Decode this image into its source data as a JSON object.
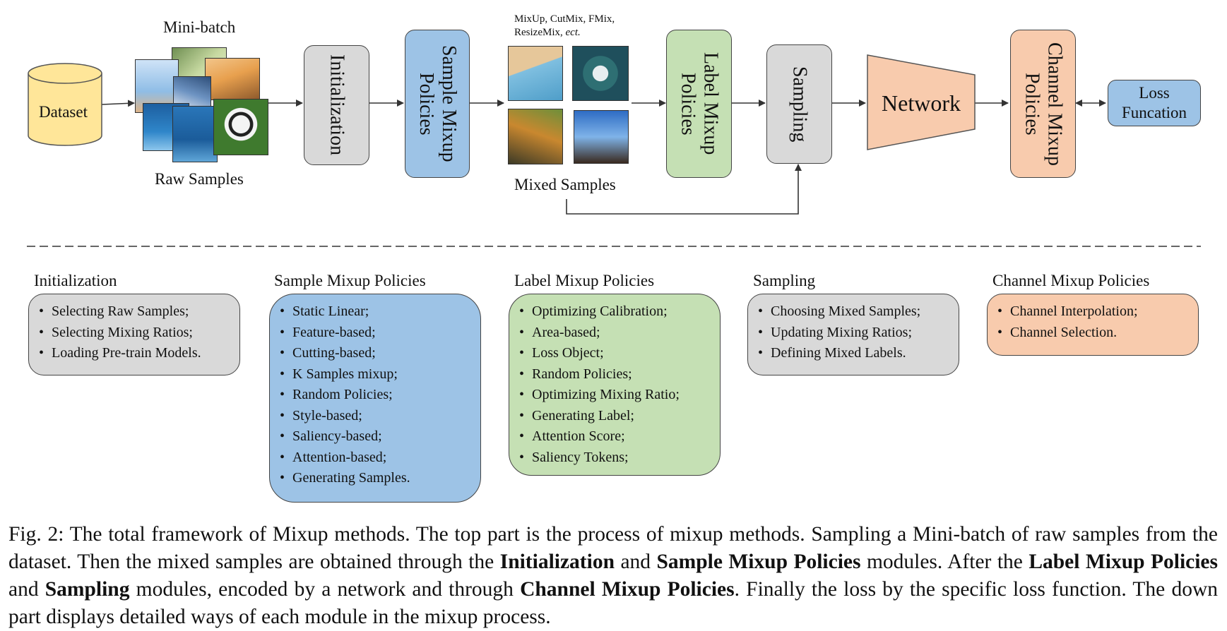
{
  "colors": {
    "dataset": "#ffe699",
    "gray": "#d9d9d9",
    "blue": "#9dc3e6",
    "green": "#c5e0b4",
    "orange": "#f8cbad",
    "line": "#333333"
  },
  "top": {
    "dataset": "Dataset",
    "minibatch": "Mini-batch",
    "raw_samples": "Raw Samples",
    "initialization": "Initialization",
    "sample_mixup": "Sample Mixup\nPolicies",
    "mix_methods_line1": "MixUp, CutMix, FMix,",
    "mix_methods_line2": "ResizeMix, ",
    "mix_methods_ect": "ect.",
    "mixed_samples": "Mixed Samples",
    "label_mixup": "Label Mixup\nPolicies",
    "sampling": "Sampling",
    "network": "Network",
    "channel_mixup": "Channel Mixup\nPolicies",
    "loss": "Loss\nFuncation"
  },
  "modules": [
    {
      "title": "Initialization",
      "color": "#d9d9d9",
      "items": [
        "Selecting Raw Samples;",
        "Selecting Mixing Ratios;",
        "Loading Pre-train Models."
      ]
    },
    {
      "title": "Sample Mixup Policies",
      "color": "#9dc3e6",
      "items": [
        "Static Linear;",
        "Feature-based;",
        "Cutting-based;",
        "K Samples mixup;",
        "Random Policies;",
        "Style-based;",
        "Saliency-based;",
        "Attention-based;",
        "Generating Samples."
      ]
    },
    {
      "title": "Label Mixup Policies",
      "color": "#c5e0b4",
      "items": [
        "Optimizing Calibration;",
        "Area-based;",
        "Loss Object;",
        "Random Policies;",
        "Optimizing Mixing Ratio;",
        "Generating Label;",
        "Attention Score;",
        "Saliency Tokens;"
      ]
    },
    {
      "title": "Sampling",
      "color": "#d9d9d9",
      "items": [
        "Choosing Mixed Samples;",
        "Updating Mixing Ratios;",
        "Defining Mixed Labels."
      ]
    },
    {
      "title": "Channel Mixup Policies",
      "color": "#f8cbad",
      "items": [
        "Channel Interpolation;",
        "Channel Selection."
      ]
    }
  ],
  "caption": {
    "p1": "Fig. 2: The total framework of Mixup methods. The top part is the process of mixup methods. Sampling a Mini-batch of raw samples from the dataset. Then the mixed samples are obtained through the ",
    "b1": "Initialization",
    "p2": " and ",
    "b2": "Sample Mixup Policies",
    "p3": " modules. After the ",
    "b3": "Label Mixup Policies",
    "p4": " and ",
    "b4": "Sampling",
    "p5": " modules, encoded by a network and through ",
    "b5": "Channel Mixup Policies",
    "p6": ". Finally the loss by the specific loss function. The down part displays detailed ways of each module in the mixup process."
  }
}
